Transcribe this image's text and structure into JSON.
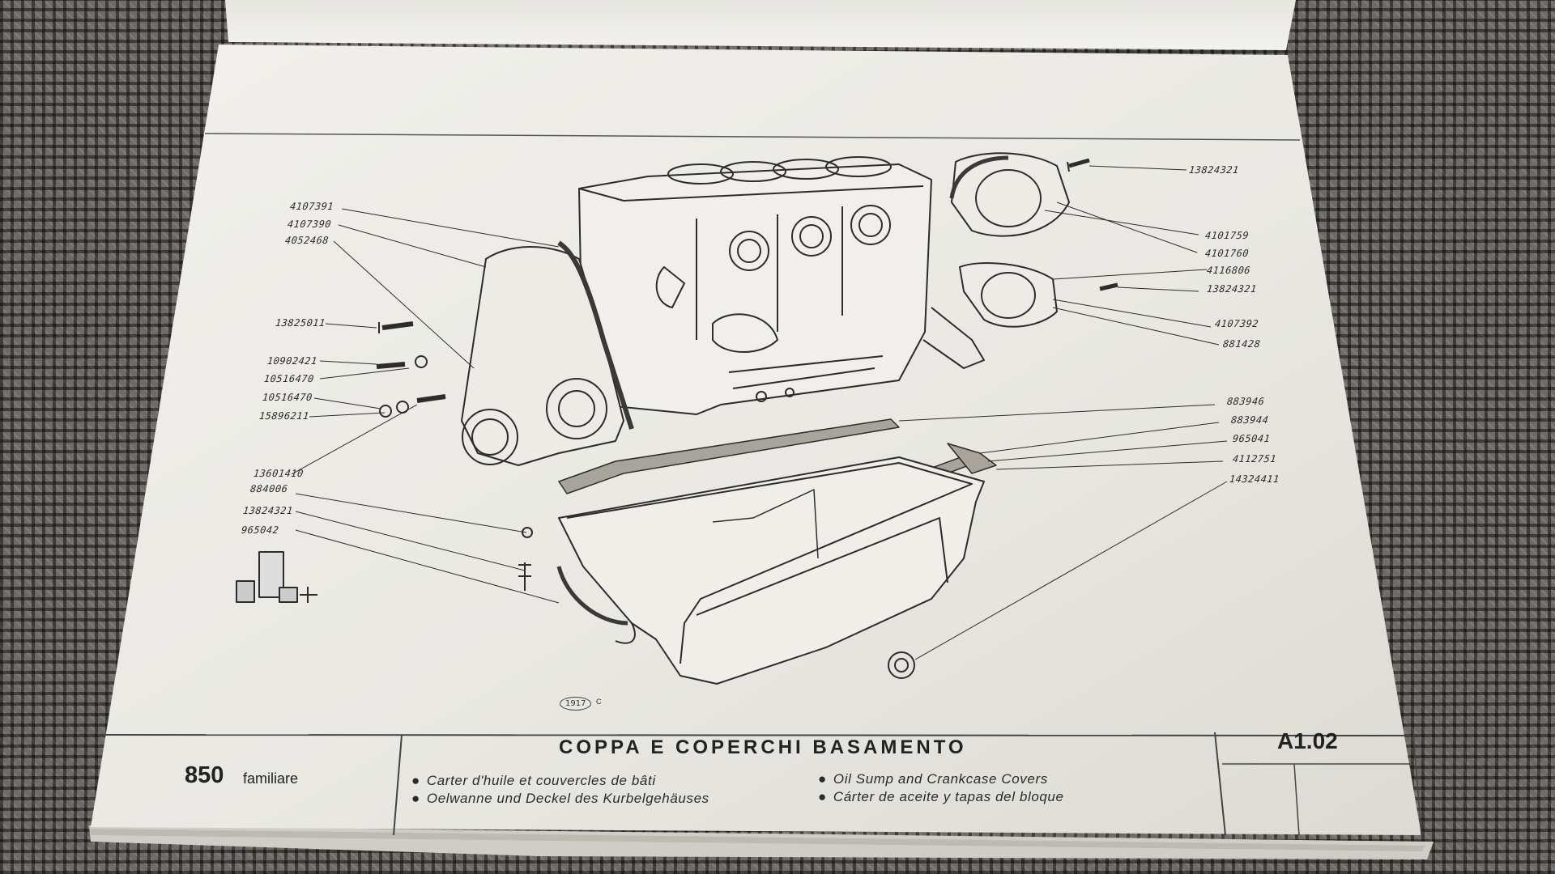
{
  "sheet": {
    "title": "COPPA E COPERCHI BASAMENTO",
    "model_number": "850",
    "model_name": "familiare",
    "sheet_code": "A1.02",
    "figure_ref": "1917",
    "figure_suffix": "C",
    "translations": [
      "Carter d'huile et couvercles de bâti",
      "Oelwanne und Deckel des Kurbelgehäuses",
      "Oil Sump and Crankcase Covers",
      "Cárter de aceite y tapas del bloque"
    ]
  },
  "parts_left": [
    "4107391",
    "4107390",
    "4052468",
    "13825011",
    "10902421",
    "10516470",
    "10516470",
    "15896211",
    "13601410",
    "884006",
    "13824321",
    "965042"
  ],
  "parts_right": [
    "13824321",
    "4101759",
    "4101760",
    "4116806",
    "13824321",
    "4107392",
    "881428",
    "883946",
    "883944",
    "965041",
    "4112751",
    "14324411"
  ]
}
